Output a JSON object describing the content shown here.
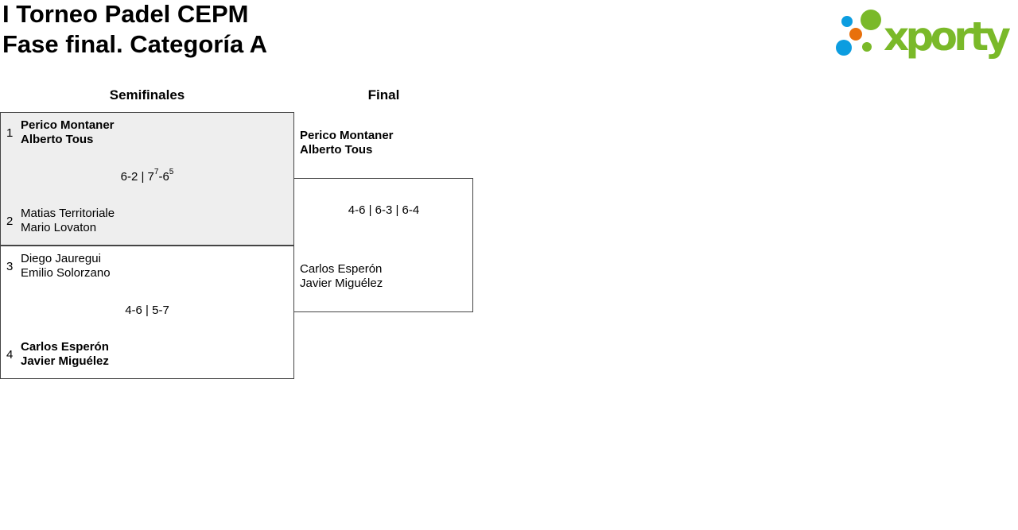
{
  "header": {
    "title_line1": "I Torneo Padel CEPM",
    "title_line2": "Fase final. Categoría A",
    "logo_text": "xporty"
  },
  "rounds": [
    "Semifinales",
    "Final"
  ],
  "semifinals": [
    {
      "seed1": "1",
      "team1": [
        "Perico Montaner",
        "Alberto Tous"
      ],
      "seed2": "2",
      "team2": [
        "Matias Territoriale",
        "Mario Lovaton"
      ],
      "score": [
        "6-2 | 7",
        "7",
        "-6",
        "5"
      ]
    },
    {
      "seed1": "3",
      "team1": [
        "Diego Jauregui",
        "Emilio Solorzano"
      ],
      "seed2": "4",
      "team2": [
        "Carlos Esperón",
        "Javier Miguélez"
      ],
      "score": "4-6 | 5-7"
    }
  ],
  "final": {
    "team1": [
      "Perico Montaner",
      "Alberto Tous"
    ],
    "team2": [
      "Carlos Esperón",
      "Javier Miguélez"
    ],
    "score": "4-6 | 6-3 | 6-4"
  },
  "colors": {
    "logo_green": "#7ab929",
    "logo_blue": "#0c9de0",
    "logo_orange": "#e8700c",
    "played_bg": "#eeeeee"
  }
}
